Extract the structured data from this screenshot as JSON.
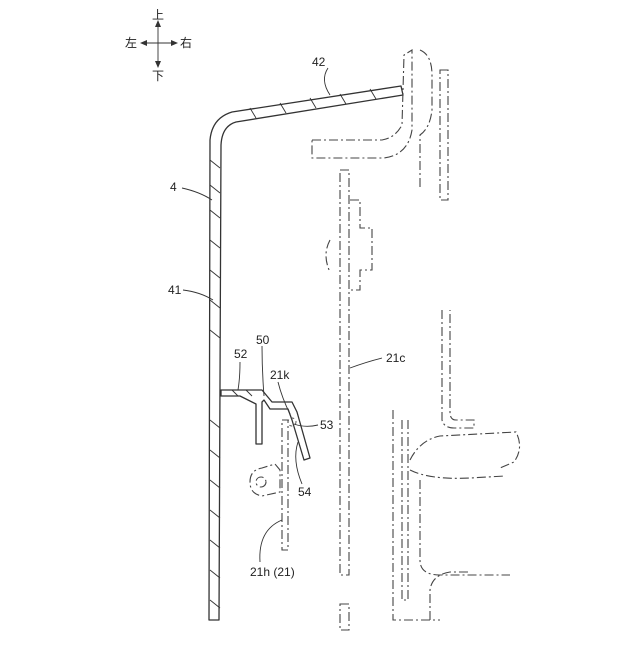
{
  "compass": {
    "up": "上",
    "down": "下",
    "left": "左",
    "right": "右"
  },
  "labels": {
    "l42": "42",
    "l4": "4",
    "l41": "41",
    "l52": "52",
    "l50": "50",
    "l21k": "21k",
    "l53": "53",
    "l54": "54",
    "l21h": "21h (21)",
    "l21c": "21c"
  }
}
